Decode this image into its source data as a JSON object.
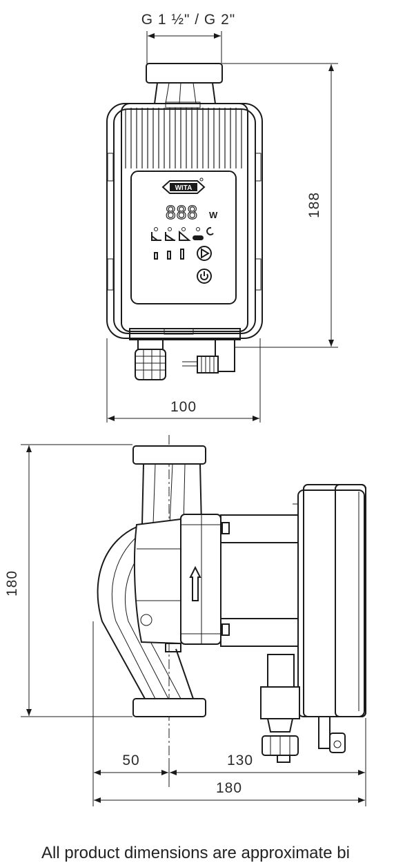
{
  "front_view": {
    "connection_label": "G 1 ½\" / G 2\"",
    "height_label": "188",
    "width_label": "100",
    "logo_text": "WITA",
    "display_unit": "W",
    "display_digits": "888"
  },
  "side_view": {
    "height_label": "180",
    "left_offset_label": "50",
    "right_offset_label": "130",
    "total_length_label": "180"
  },
  "footnote": "All product dimensions are approximate bi"
}
